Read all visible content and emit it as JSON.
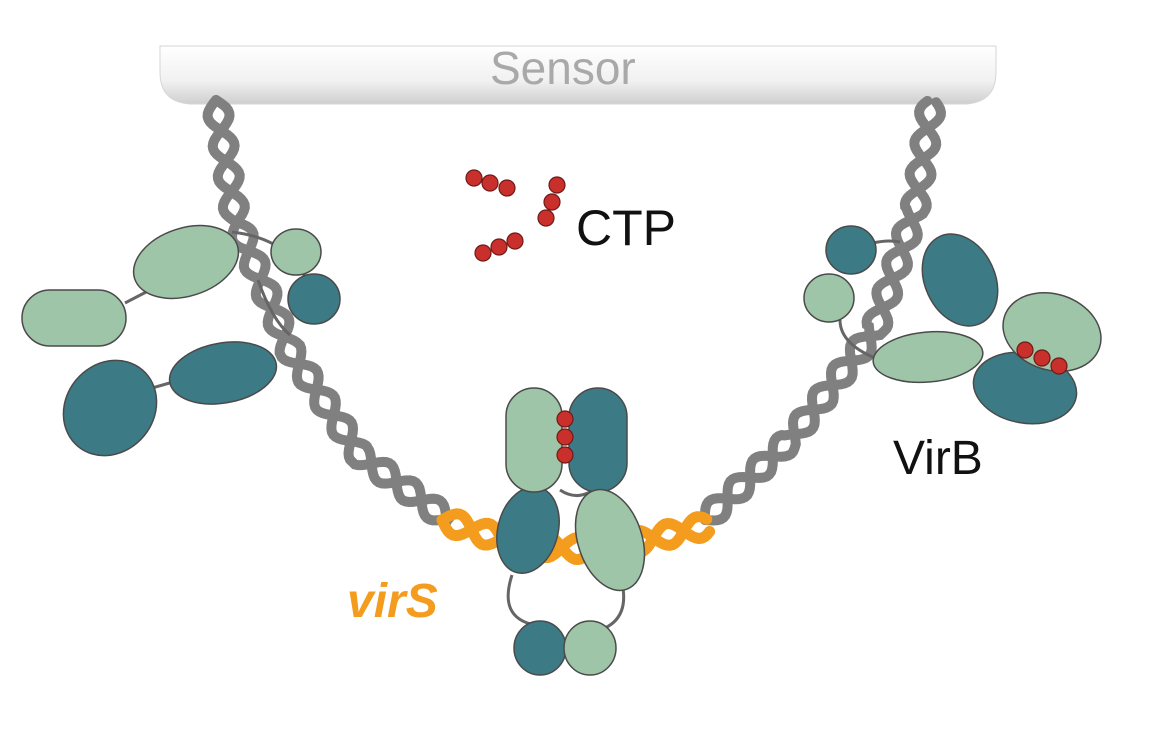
{
  "labels": {
    "sensor": "Sensor",
    "ctp": "CTP",
    "virb": "VirB",
    "virs": "virS"
  },
  "colors": {
    "dna": "#808080",
    "dna_virs": "#f39c1d",
    "protein_dark": "#3c7b86",
    "protein_light": "#9fc5a8",
    "ctp_molecule": "#c9302c",
    "sensor_text": "#a9a9a9"
  }
}
